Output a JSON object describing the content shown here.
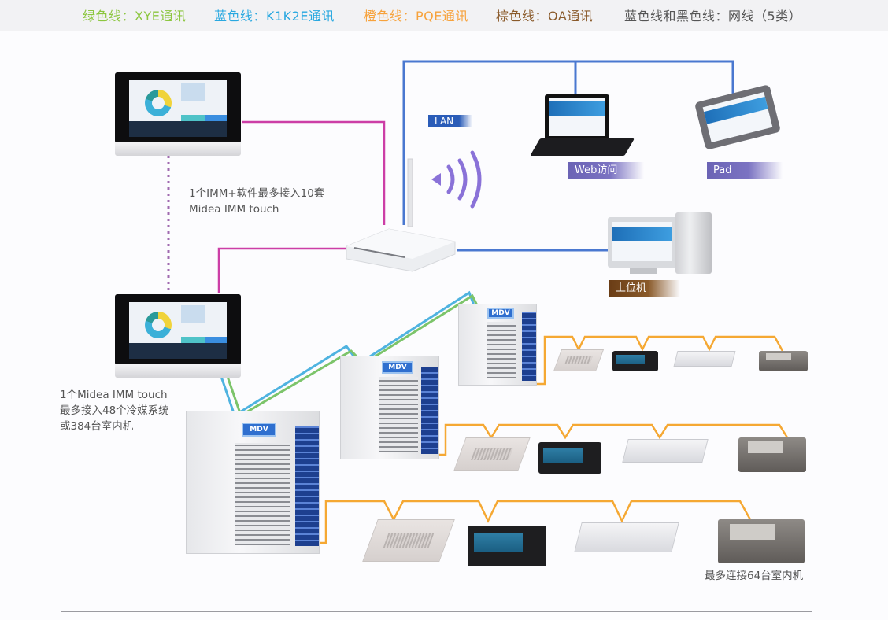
{
  "legend": {
    "items": [
      {
        "label": "绿色线：XYE通讯",
        "color": "#8cc63f"
      },
      {
        "label": "蓝色线：K1K2E通讯",
        "color": "#29a8e0"
      },
      {
        "label": "橙色线：PQE通讯",
        "color": "#f7a23b"
      },
      {
        "label": "棕色线：OA通讯",
        "color": "#8a5a2a"
      },
      {
        "label": "蓝色线和黑色线：网线（5类）",
        "color": "#555555"
      }
    ]
  },
  "wire_colors": {
    "xye": "#7cc46a",
    "k1k2e": "#4fb3e0",
    "pqe": "#f5a833",
    "lan": "#4a78d0",
    "panel_link": "#cc3ea6",
    "dotted_link": "#a06ab0"
  },
  "network": {
    "lan_tag": "LAN",
    "web_tag": "Web访问",
    "pad_tag": "Pad",
    "host_tag": "上位机"
  },
  "captions": {
    "imm_plus_line1": "1个IMM+软件最多接入10套",
    "imm_plus_line2": "Midea IMM touch",
    "touch_line1": "1个Midea IMM touch",
    "touch_line2": "最多接入48个冷媒系统",
    "touch_line3": "或384台室内机",
    "idu_limit": "最多连接64台室内机"
  },
  "devices": {
    "touch_panel_top": {
      "type": "Midea IMM touch panel"
    },
    "touch_panel_bottom": {
      "type": "Midea IMM touch panel"
    },
    "router": {
      "type": "wireless router"
    },
    "laptop": {
      "type": "laptop"
    },
    "tablet": {
      "type": "tablet"
    },
    "host_pc": {
      "type": "desktop PC"
    },
    "outdoor_units": [
      {
        "id": "odu-small",
        "badge": "MDV"
      },
      {
        "id": "odu-medium",
        "badge": "MDV"
      },
      {
        "id": "odu-large",
        "badge": "MDV"
      }
    ],
    "indoor_rows": [
      {
        "row": 1,
        "units": [
          "4-way cassette",
          "ducted (black)",
          "ceiling 1-way cassette",
          "ducted (grey)"
        ]
      },
      {
        "row": 2,
        "units": [
          "4-way cassette",
          "ducted (black)",
          "ceiling 1-way cassette",
          "ducted (grey)"
        ]
      },
      {
        "row": 3,
        "units": [
          "4-way cassette",
          "ducted (black)",
          "ceiling 1-way cassette",
          "ducted (grey)"
        ]
      }
    ]
  }
}
